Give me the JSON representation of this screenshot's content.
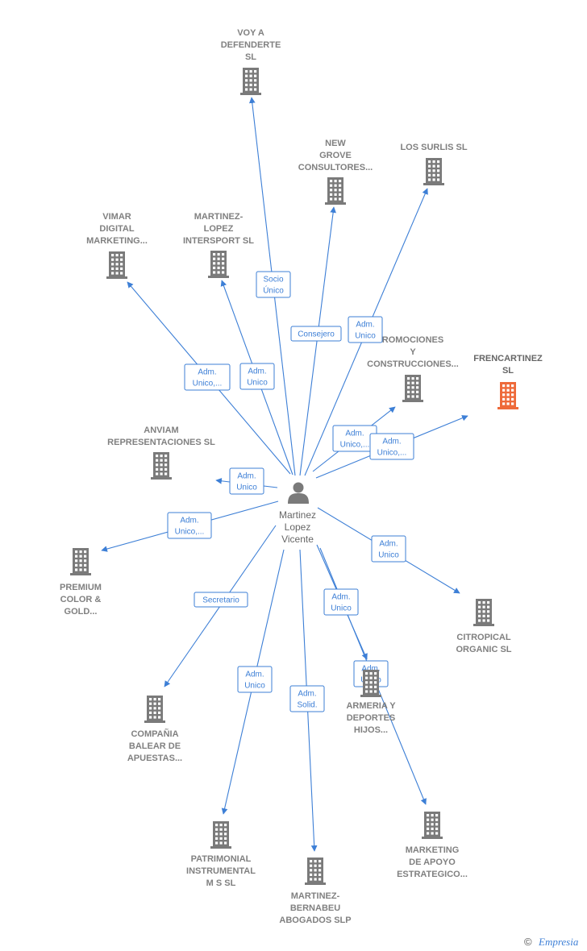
{
  "colors": {
    "edge": "#3d7fd6",
    "building": "#7a7a7a",
    "building_highlight": "#ee6a3a",
    "person": "#7a7a7a",
    "label": "#808080"
  },
  "center": {
    "label_lines": [
      "Martinez",
      "Lopez",
      "Vicente"
    ],
    "icon": "person-icon"
  },
  "nodes": [
    {
      "id": "voy-a-defenderte",
      "label_lines": [
        "VOY A",
        "DEFENDERTE",
        "SL"
      ],
      "icon": "building-icon",
      "highlight": false
    },
    {
      "id": "new-grove",
      "label_lines": [
        "NEW",
        "GROVE",
        "CONSULTORES..."
      ],
      "icon": "building-icon",
      "highlight": false
    },
    {
      "id": "los-surlis",
      "label_lines": [
        "LOS SURLIS SL"
      ],
      "icon": "building-icon",
      "highlight": false
    },
    {
      "id": "vimar-digital",
      "label_lines": [
        "VIMAR",
        "DIGITAL",
        "MARKETING..."
      ],
      "icon": "building-icon",
      "highlight": false
    },
    {
      "id": "martinez-lopez-intersport",
      "label_lines": [
        "MARTINEZ-",
        "LOPEZ",
        "INTERSPORT SL"
      ],
      "icon": "building-icon",
      "highlight": false
    },
    {
      "id": "promociones",
      "label_lines": [
        "ROMOCIONES",
        "Y",
        "CONSTRUCCIONES..."
      ],
      "icon": "building-icon",
      "highlight": false
    },
    {
      "id": "frencartinez",
      "label_lines": [
        "FRENCARTINEZ",
        "SL"
      ],
      "icon": "building-icon",
      "highlight": true
    },
    {
      "id": "anviam",
      "label_lines": [
        "ANVIAM",
        "REPRESENTACIONES SL"
      ],
      "icon": "building-icon",
      "highlight": false
    },
    {
      "id": "premium-color",
      "label_lines": [
        "PREMIUM",
        "COLOR &",
        "GOLD..."
      ],
      "icon": "building-icon",
      "highlight": false
    },
    {
      "id": "citropical",
      "label_lines": [
        "CITROPICAL",
        "ORGANIC  SL"
      ],
      "icon": "building-icon",
      "highlight": false
    },
    {
      "id": "armeria",
      "label_lines": [
        "ARMERIA Y",
        "DEPORTES",
        "HIJOS..."
      ],
      "icon": "building-icon",
      "highlight": false
    },
    {
      "id": "compania-balear",
      "label_lines": [
        "COMPAÑIA",
        "BALEAR DE",
        "APUESTAS..."
      ],
      "icon": "building-icon",
      "highlight": false
    },
    {
      "id": "patrimonial",
      "label_lines": [
        "PATRIMONIAL",
        "INSTRUMENTAL",
        "M S  SL"
      ],
      "icon": "building-icon",
      "highlight": false
    },
    {
      "id": "martinez-bernabeu",
      "label_lines": [
        "MARTINEZ-",
        "BERNABEU",
        "ABOGADOS  SLP"
      ],
      "icon": "building-icon",
      "highlight": false
    },
    {
      "id": "marketing-apoyo",
      "label_lines": [
        "MARKETING",
        "DE APOYO",
        "ESTRATEGICO..."
      ],
      "icon": "building-icon",
      "highlight": false
    }
  ],
  "edges": [
    {
      "target": "voy-a-defenderte",
      "label_lines": [
        "Socio",
        "Único"
      ]
    },
    {
      "target": "new-grove",
      "label_lines": [
        "Consejero"
      ]
    },
    {
      "target": "los-surlis",
      "label_lines": [
        "Adm.",
        "Unico"
      ]
    },
    {
      "target": "vimar-digital",
      "label_lines": [
        "Adm.",
        "Unico,..."
      ]
    },
    {
      "target": "martinez-lopez-intersport",
      "label_lines": [
        "Adm.",
        "Unico"
      ]
    },
    {
      "target": "promociones",
      "label_lines": [
        "Adm.",
        "Unico,..."
      ]
    },
    {
      "target": "frencartinez",
      "label_lines": [
        "Adm.",
        "Unico,..."
      ]
    },
    {
      "target": "anviam",
      "label_lines": [
        "Adm.",
        "Unico"
      ]
    },
    {
      "target": "premium-color",
      "label_lines": [
        "Adm.",
        "Unico,..."
      ]
    },
    {
      "target": "citropical",
      "label_lines": [
        "Adm.",
        "Unico"
      ]
    },
    {
      "target": "armeria",
      "label_lines": [
        "Adm.",
        "Unico"
      ]
    },
    {
      "target": "marketing-apoyo",
      "label_lines": [
        "Adm.",
        "Unico"
      ]
    },
    {
      "target": "compania-balear",
      "label_lines": [
        "Secretario"
      ]
    },
    {
      "target": "patrimonial",
      "label_lines": [
        "Adm.",
        "Unico"
      ]
    },
    {
      "target": "martinez-bernabeu",
      "label_lines": [
        "Adm.",
        "Solid."
      ]
    }
  ],
  "footer": {
    "copyright_symbol": "©",
    "brand": "Empresia"
  }
}
